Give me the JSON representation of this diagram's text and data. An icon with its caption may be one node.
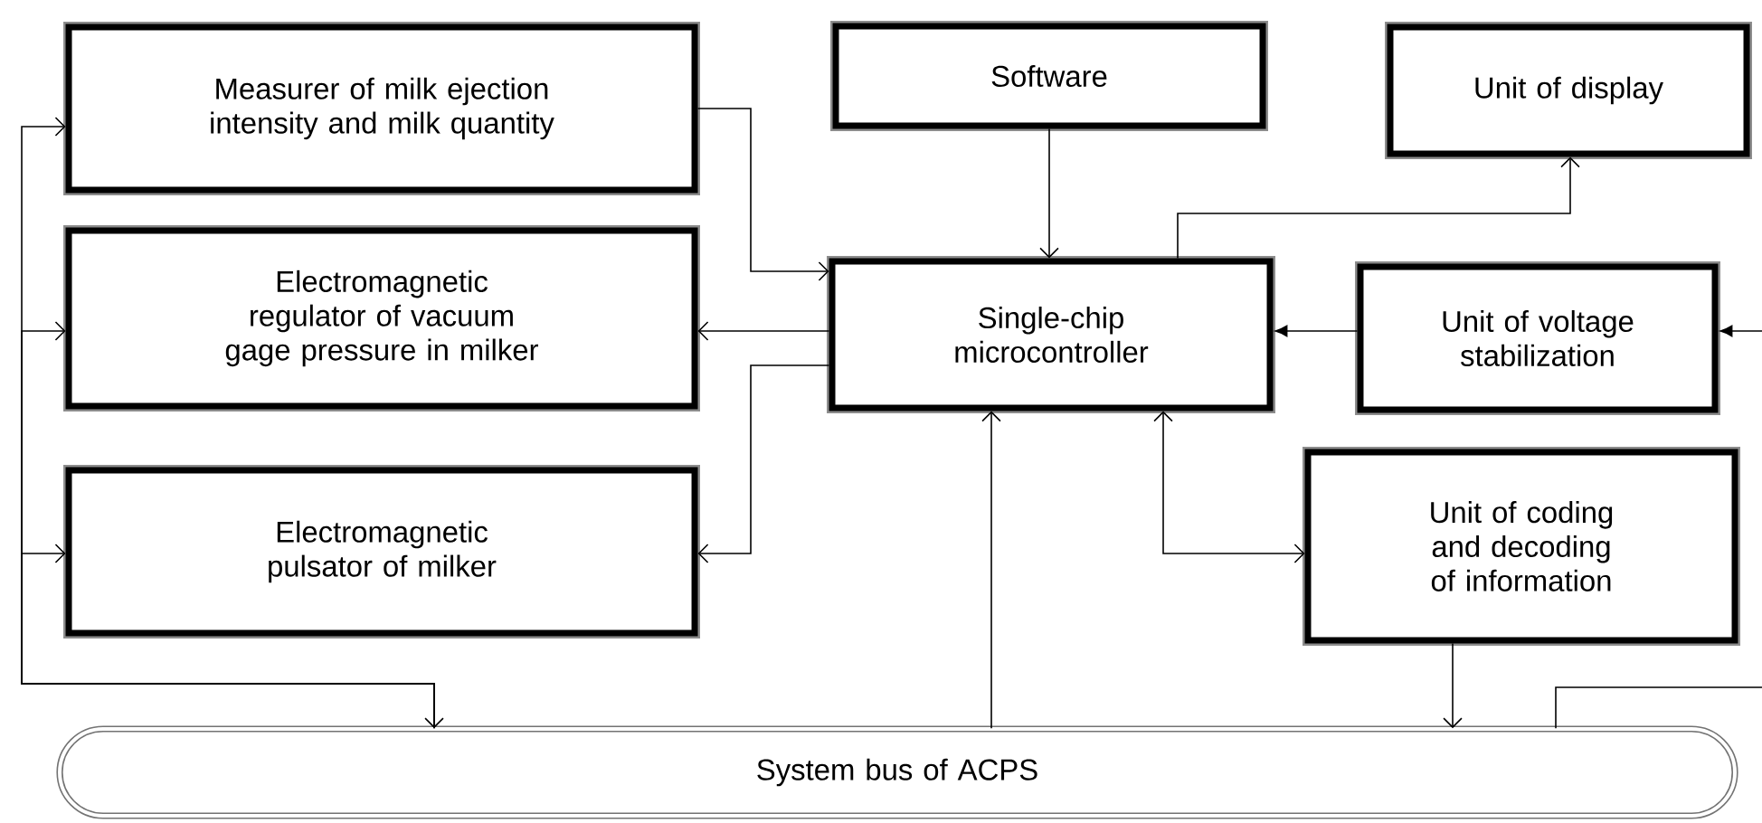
{
  "diagram": {
    "nodes": [
      {
        "text": [
          "Measurer of milk ejection intensity and milk quantity"
        ]
      },
      {
        "text": [
          "Software"
        ]
      },
      {
        "text": [
          "Unit of display"
        ]
      },
      {
        "text": [
          "Electromagnetic regulator of vacuum gage pressure in milker"
        ]
      },
      {
        "text": [
          "Single-chip microcontroller"
        ]
      },
      {
        "text": [
          "Unit of voltage stabilization"
        ]
      },
      {
        "text": [
          "Electromagnetic pulsator of milker"
        ]
      },
      {
        "text": [
          "Unit of coding and decoding of information"
        ]
      },
      {
        "text": [
          "System bus of ACPS"
        ]
      }
    ],
    "edges": [
      {
        "from": 0,
        "to": 4,
        "arrow": "to"
      },
      {
        "from": 4,
        "to": 3,
        "arrow": "to"
      },
      {
        "from": 4,
        "to": 6,
        "arrow": "to"
      },
      {
        "from": 1,
        "to": 4,
        "arrow": "to"
      },
      {
        "from": 4,
        "to": 2,
        "arrow": "to"
      },
      {
        "from": 5,
        "to": 4,
        "arrow": "to"
      },
      {
        "from": null,
        "to": 5,
        "arrow": "to"
      },
      {
        "from": 8,
        "to": 4,
        "arrow": "to"
      },
      {
        "from": 4,
        "to": 7,
        "arrow": "both"
      },
      {
        "from": 7,
        "to": 8,
        "arrow": "to"
      },
      {
        "from": 8,
        "to": null,
        "arrow": "none"
      },
      {
        "from": 8,
        "to": 0,
        "arrow": "both"
      },
      {
        "from": 8,
        "to": 3,
        "arrow": "to"
      },
      {
        "from": 8,
        "to": 6,
        "arrow": "to"
      }
    ]
  }
}
